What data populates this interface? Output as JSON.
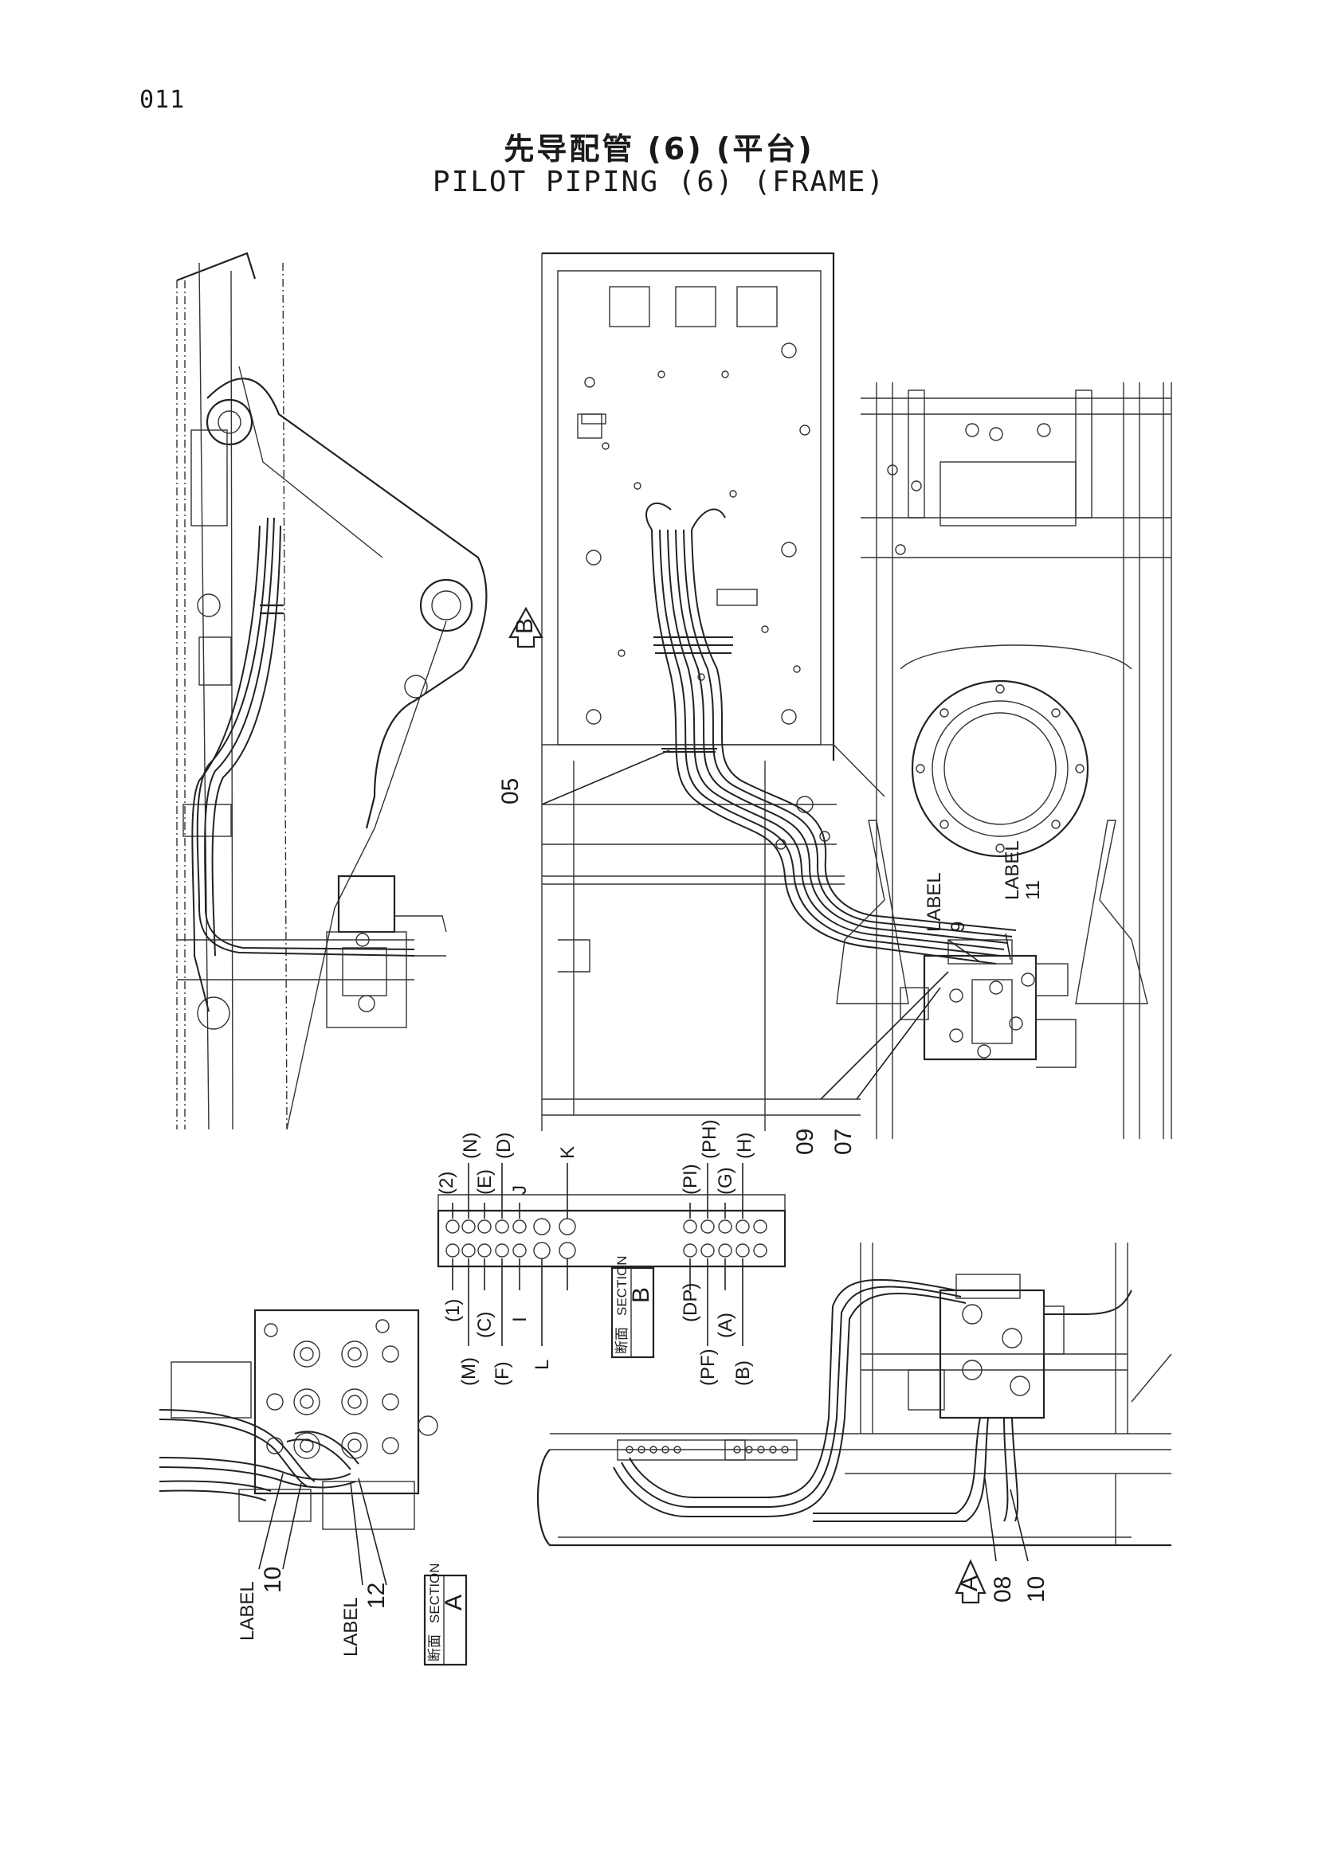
{
  "page_number": "011",
  "title_cn": "先导配管 (6) (平台)",
  "title_en": "PILOT PIPING (6) (FRAME)",
  "view_markers": {
    "b": "B",
    "a": "A"
  },
  "callouts": {
    "c05": "05",
    "c07": "07",
    "c09": "09",
    "c08": "08",
    "c10_bottom": "10",
    "c10_section": "10",
    "c11": "11",
    "c12": "12",
    "c9_top": "9"
  },
  "labels": {
    "label_top_1": "LABEL",
    "label_top_2": "LABEL",
    "label_sec_1": "LABEL",
    "label_sec_2": "LABEL"
  },
  "section_b": {
    "top_ports": [
      "(2)",
      "(N)",
      "(E)",
      "(D)",
      "J",
      "K"
    ],
    "top_ports_right": [
      "(PI)",
      "(PH)",
      "(G)",
      "(H)"
    ],
    "bottom_ports": [
      "(1)",
      "(M)",
      "(C)",
      "(F)",
      "I",
      "L"
    ],
    "bottom_ports_right": [
      "(DP)",
      "(PF)",
      "(A)",
      "(B)"
    ],
    "box_cn": "断面",
    "box_en": "SECTION",
    "box_letter": "B"
  },
  "section_a": {
    "box_cn": "断面",
    "box_en": "SECTION",
    "box_letter": "A"
  }
}
